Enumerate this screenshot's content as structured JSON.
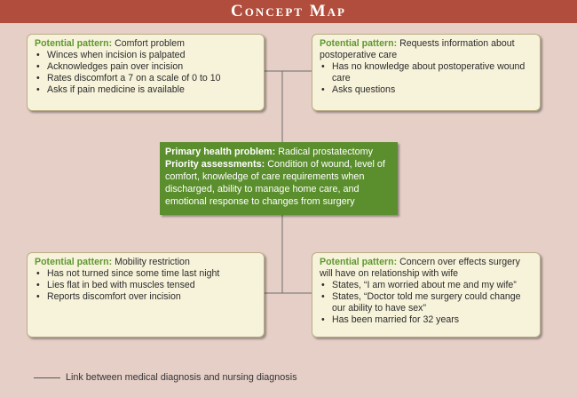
{
  "title": "Concept Map",
  "center": {
    "primary_label": "Primary health problem:",
    "primary_value": "Radical prostatectomy",
    "priority_label": "Priority assessments:",
    "priority_value": "Condition of wound, level of comfort, knowledge of care requirements when discharged, ability to manage home care, and emotional response to changes from surgery"
  },
  "boxes": {
    "top_left": {
      "label": "Potential pattern:",
      "pattern": "Comfort problem",
      "items": [
        "Winces when incision is palpated",
        "Acknowledges pain over incision",
        "Rates discomfort a 7 on a scale of 0 to 10",
        "Asks if pain medicine is available"
      ]
    },
    "top_right": {
      "label": "Potential pattern:",
      "pattern": "Requests information about postoperative care",
      "items": [
        "Has no knowledge about postoperative wound care",
        "Asks questions"
      ]
    },
    "bottom_left": {
      "label": "Potential pattern:",
      "pattern": "Mobility restriction",
      "items": [
        "Has not turned since some time last night",
        "Lies flat in bed with muscles tensed",
        "Reports discomfort over incision"
      ]
    },
    "bottom_right": {
      "label": "Potential pattern:",
      "pattern": "Concern over effects surgery will have on relationship with wife",
      "items": [
        "States, “I am worried about me and my wife”",
        "States, “Doctor told me surgery could change our ability to have sex”",
        "Has been married for 32 years"
      ]
    }
  },
  "bullet": "•",
  "legend": {
    "text": "Link between medical diagnosis and nursing diagnosis"
  },
  "colors": {
    "title_bar": "#b14d3c",
    "background": "#e5cfc7",
    "center_box": "#5b8f2d",
    "pattern_label": "#5e9730",
    "box_fill": "#f7f3da"
  }
}
